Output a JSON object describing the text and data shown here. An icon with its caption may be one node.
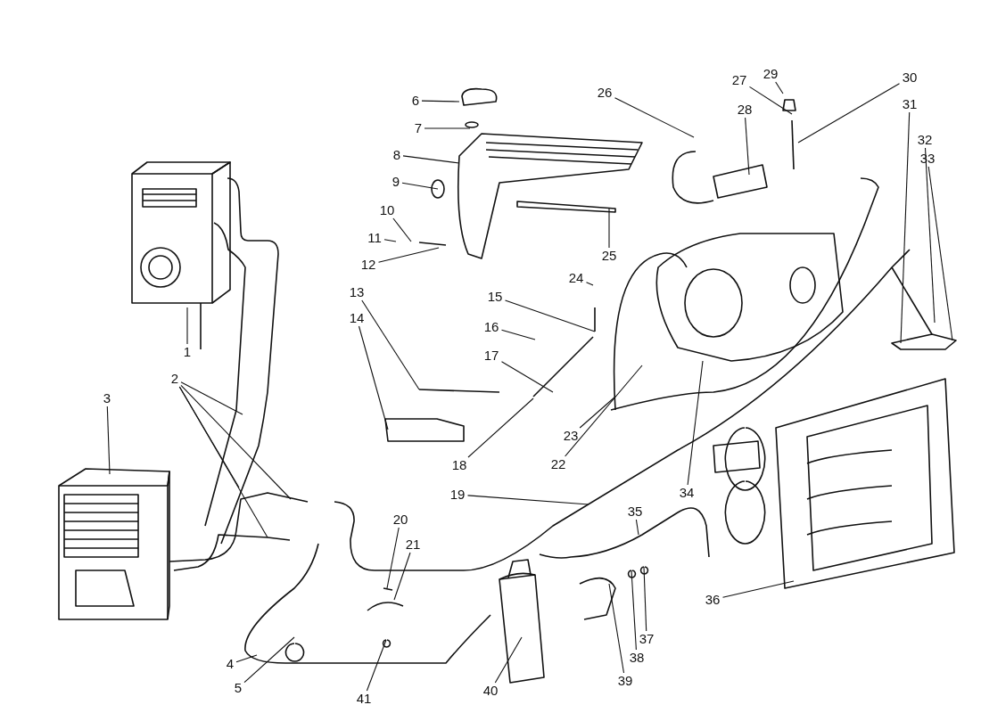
{
  "diagram": {
    "nodes": [
      {
        "text": [
          "1"
        ]
      },
      {
        "text": [
          "2"
        ]
      },
      {
        "text": [
          "3"
        ]
      },
      {
        "text": [
          "4"
        ]
      },
      {
        "text": [
          "5"
        ]
      },
      {
        "text": [
          "6"
        ]
      },
      {
        "text": [
          "7"
        ]
      },
      {
        "text": [
          "8"
        ]
      },
      {
        "text": [
          "9"
        ]
      },
      {
        "text": [
          "10"
        ]
      },
      {
        "text": [
          "11"
        ]
      },
      {
        "text": [
          "12"
        ]
      },
      {
        "text": [
          "13"
        ]
      },
      {
        "text": [
          "14"
        ]
      },
      {
        "text": [
          "15"
        ]
      },
      {
        "text": [
          "16"
        ]
      },
      {
        "text": [
          "17"
        ]
      },
      {
        "text": [
          "18"
        ]
      },
      {
        "text": [
          "19"
        ]
      },
      {
        "text": [
          "20"
        ]
      },
      {
        "text": [
          "21"
        ]
      },
      {
        "text": [
          "22"
        ]
      },
      {
        "text": [
          "23"
        ]
      },
      {
        "text": [
          "24"
        ]
      },
      {
        "text": [
          "25"
        ]
      },
      {
        "text": [
          "26"
        ]
      },
      {
        "text": [
          "27"
        ]
      },
      {
        "text": [
          "28"
        ]
      },
      {
        "text": [
          "29"
        ]
      },
      {
        "text": [
          "30"
        ]
      },
      {
        "text": [
          "31"
        ]
      },
      {
        "text": [
          "32"
        ]
      },
      {
        "text": [
          "33"
        ]
      },
      {
        "text": [
          "34"
        ]
      },
      {
        "text": [
          "35"
        ]
      },
      {
        "text": [
          "36"
        ]
      },
      {
        "text": [
          "37"
        ]
      },
      {
        "text": [
          "38"
        ]
      },
      {
        "text": [
          "39"
        ]
      },
      {
        "text": [
          "40"
        ]
      },
      {
        "text": [
          "41"
        ]
      }
    ],
    "edges": [
      {
        "from": 0,
        "to": null,
        "arrow": "none"
      },
      {
        "from": 1,
        "to": null,
        "arrow": "none"
      },
      {
        "from": 1,
        "to": null,
        "arrow": "none"
      },
      {
        "from": 1,
        "to": null,
        "arrow": "none"
      },
      {
        "from": 1,
        "to": null,
        "arrow": "none"
      },
      {
        "from": 2,
        "to": null,
        "arrow": "none"
      },
      {
        "from": 3,
        "to": null,
        "arrow": "none"
      },
      {
        "from": 4,
        "to": null,
        "arrow": "none"
      },
      {
        "from": 5,
        "to": null,
        "arrow": "none"
      },
      {
        "from": 6,
        "to": null,
        "arrow": "none"
      },
      {
        "from": 7,
        "to": null,
        "arrow": "none"
      },
      {
        "from": 8,
        "to": null,
        "arrow": "none"
      },
      {
        "from": 9,
        "to": null,
        "arrow": "none"
      },
      {
        "from": 10,
        "to": null,
        "arrow": "none"
      },
      {
        "from": 11,
        "to": null,
        "arrow": "none"
      },
      {
        "from": 12,
        "to": null,
        "arrow": "none"
      },
      {
        "from": 13,
        "to": null,
        "arrow": "none"
      },
      {
        "from": 14,
        "to": null,
        "arrow": "none"
      },
      {
        "from": 15,
        "to": null,
        "arrow": "none"
      },
      {
        "from": 16,
        "to": null,
        "arrow": "none"
      },
      {
        "from": 17,
        "to": null,
        "arrow": "none"
      },
      {
        "from": 18,
        "to": null,
        "arrow": "none"
      },
      {
        "from": 19,
        "to": null,
        "arrow": "none"
      },
      {
        "from": 20,
        "to": null,
        "arrow": "none"
      },
      {
        "from": 21,
        "to": null,
        "arrow": "none"
      },
      {
        "from": 22,
        "to": null,
        "arrow": "none"
      },
      {
        "from": 23,
        "to": null,
        "arrow": "none"
      },
      {
        "from": 24,
        "to": null,
        "arrow": "none"
      },
      {
        "from": 25,
        "to": null,
        "arrow": "none"
      },
      {
        "from": 26,
        "to": null,
        "arrow": "none"
      },
      {
        "from": 27,
        "to": null,
        "arrow": "none"
      },
      {
        "from": 28,
        "to": null,
        "arrow": "none"
      },
      {
        "from": 29,
        "to": null,
        "arrow": "none"
      },
      {
        "from": 30,
        "to": null,
        "arrow": "none"
      },
      {
        "from": 31,
        "to": null,
        "arrow": "none"
      },
      {
        "from": 32,
        "to": null,
        "arrow": "none"
      },
      {
        "from": 33,
        "to": null,
        "arrow": "none"
      },
      {
        "from": 34,
        "to": null,
        "arrow": "none"
      },
      {
        "from": 35,
        "to": null,
        "arrow": "none"
      },
      {
        "from": 36,
        "to": null,
        "arrow": "none"
      },
      {
        "from": 37,
        "to": null,
        "arrow": "none"
      },
      {
        "from": 38,
        "to": null,
        "arrow": "none"
      },
      {
        "from": 39,
        "to": null,
        "arrow": "none"
      },
      {
        "from": 40,
        "to": null,
        "arrow": "none"
      }
    ]
  }
}
